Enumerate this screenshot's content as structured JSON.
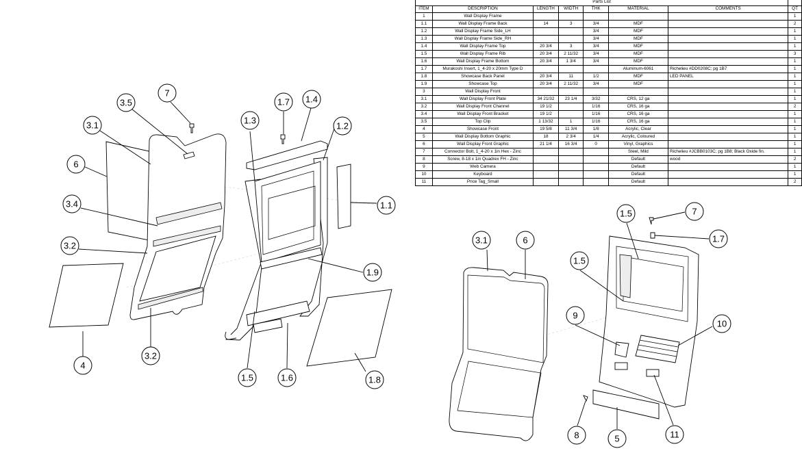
{
  "parts_list": {
    "title": "Parts List",
    "headers": [
      "ITEM",
      "DESCRIPTION",
      "LENGTH",
      "WIDTH",
      "THK",
      "MATERIAL",
      "COMMENTS",
      "QT"
    ],
    "rows": [
      [
        "1",
        "Wall Display Frame",
        "",
        "",
        "",
        "",
        "",
        "1"
      ],
      [
        "1.1",
        "Wall Display Frame Back",
        "14",
        "3",
        "3/4",
        "MDF",
        "",
        "2"
      ],
      [
        "1.2",
        "Wall Display Frame Side_LH",
        "",
        "",
        "3/4",
        "MDF",
        "",
        "1"
      ],
      [
        "1.3",
        "Wall Display Frame Side_RH",
        "",
        "",
        "3/4",
        "MDF",
        "",
        "1"
      ],
      [
        "1.4",
        "Wall Display Frame Top",
        "20 3/4",
        "3",
        "3/4",
        "MDF",
        "",
        "1"
      ],
      [
        "1.5",
        "Wall Display Frame Rib",
        "20 3/4",
        "2 11/32",
        "3/4",
        "MDF",
        "",
        "3"
      ],
      [
        "1.6",
        "Wall Display Frame Bottom",
        "20 3/4",
        "1 3/4",
        "3/4",
        "MDF",
        "",
        "1"
      ],
      [
        "1.7",
        "Murakoshi Insert, 1_4-20 x 20mm Type D",
        "",
        "",
        "",
        "Aluminum-6061",
        "Richelieu #DD0208C; pg 1B7",
        "1"
      ],
      [
        "1.8",
        "Showcase Back Panel",
        "20 3/4",
        "11",
        "1/2",
        "MDF",
        "LED PANEL",
        "1"
      ],
      [
        "1.9",
        "Showcase Top",
        "20 3/4",
        "2 11/32",
        "3/4",
        "MDF",
        "",
        "1"
      ],
      [
        "3",
        "Wall Display Front",
        "",
        "",
        "",
        "",
        "",
        "1"
      ],
      [
        "3.1",
        "Wall Display Front Plate",
        "34 21/32",
        "23 1/4",
        "3/32",
        "CRS, 12 ga",
        "",
        "1"
      ],
      [
        "3.2",
        "Wall Display Front Channel",
        "19 1/2",
        "",
        "1/16",
        "CRS, 16 ga",
        "",
        "2"
      ],
      [
        "3.4",
        "Wall Display Front Bracket",
        "19 1/2",
        "",
        "1/16",
        "CRS, 16 ga",
        "",
        "1"
      ],
      [
        "3.5",
        "Top Clip",
        "1 13/32",
        "1",
        "1/16",
        "CRS, 16 ga",
        "",
        "1"
      ],
      [
        "4",
        "Showcase Front",
        "19 5/8",
        "11 3/4",
        "1/8",
        "Acrylic, Clear",
        "",
        "1"
      ],
      [
        "5",
        "Wall Display Bottom Graphic",
        "18",
        "2 3/4",
        "1/4",
        "Acrylic, Coloured",
        "",
        "1"
      ],
      [
        "6",
        "Wall Display Front Graphic",
        "21 1/4",
        "16 3/4",
        "0",
        "Vinyl, Graphics",
        "",
        "1"
      ],
      [
        "7",
        "Connector Bolt, 1_4-20 x 1in Hex - Zinc",
        "",
        "",
        "",
        "Steel, Mild",
        "Richelieu #JCBB0103C; pg 1B8; Black Oxide fin.",
        "1"
      ],
      [
        "8",
        "Screw, 8-18 x 1in Quadrex FH - Zinc",
        "",
        "",
        "",
        "Default",
        "wood",
        "2"
      ],
      [
        "9",
        "Web Camera",
        "",
        "",
        "",
        "Default",
        "",
        "1"
      ],
      [
        "10",
        "Keyboard",
        "",
        "",
        "",
        "Default",
        "",
        "1"
      ],
      [
        "11",
        "Price Tag_Small",
        "",
        "",
        "",
        "Default",
        "",
        "2"
      ]
    ]
  },
  "callouts": {
    "exploded_front": [
      "7",
      "3.5",
      "3.1",
      "6",
      "3.4",
      "3.2",
      "4",
      "3.2"
    ],
    "exploded_frame": [
      "1.7",
      "1.4",
      "1.3",
      "1.2",
      "1.1",
      "1.9",
      "1.5",
      "1.6",
      "1.8"
    ],
    "assembled_front": [
      "3.1",
      "6"
    ],
    "assembled_unit": [
      "1.5",
      "7",
      "1.7",
      "1.5",
      "9",
      "10",
      "8",
      "5",
      "11"
    ]
  }
}
